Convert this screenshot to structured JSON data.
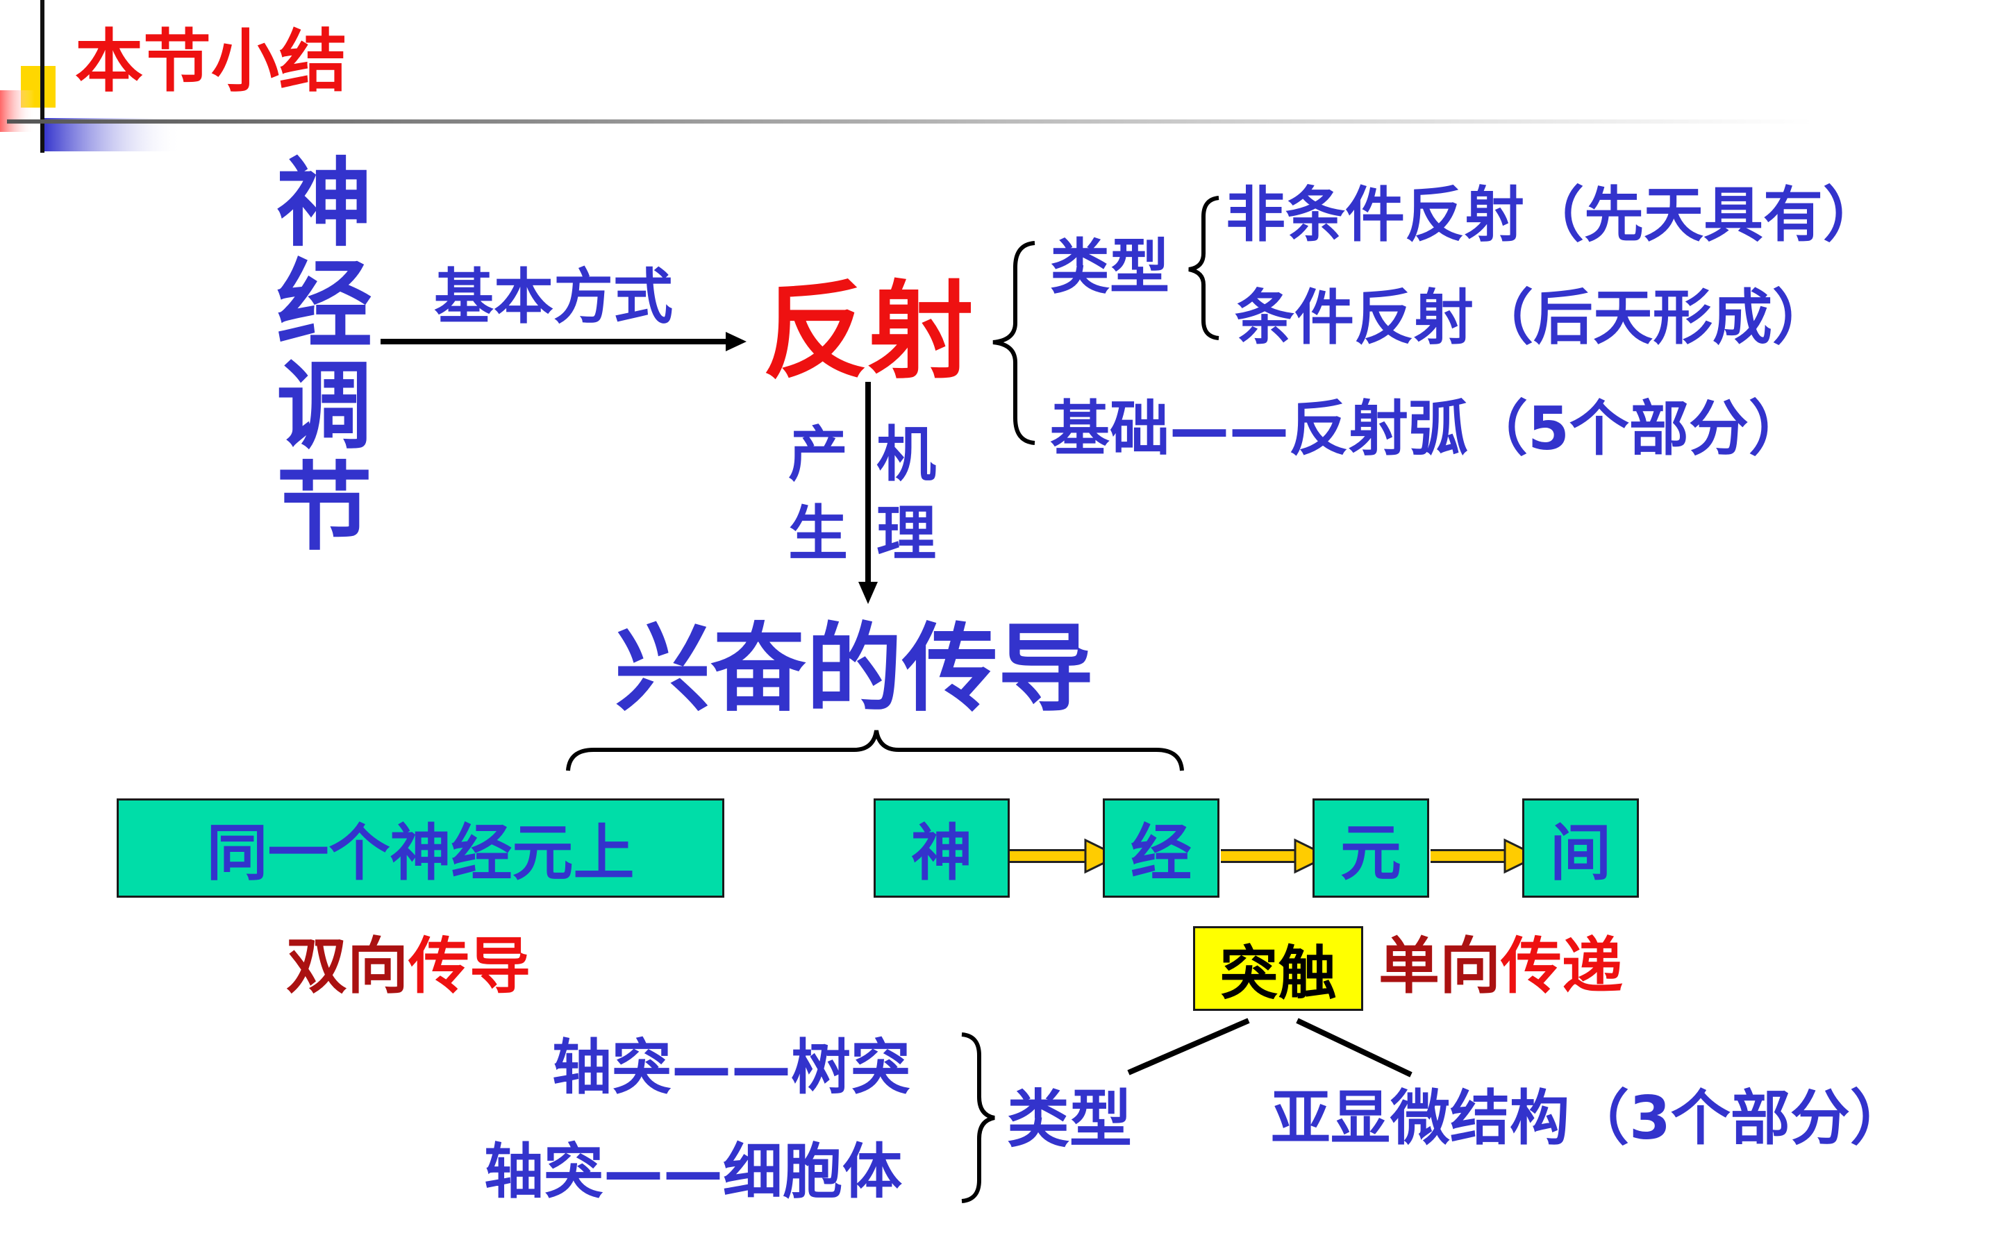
{
  "slide": {
    "title": "本节小结",
    "main_topic_chars": [
      "神",
      "经",
      "调",
      "节"
    ],
    "basic_way_label": "基本方式",
    "reflex": "反射",
    "produce_chars": [
      "产",
      "生"
    ],
    "mechanism_chars": [
      "机",
      "理"
    ],
    "types_label": "类型",
    "unconditioned": "非条件反射（先天具有）",
    "conditioned": "条件反射（后天形成）",
    "basis_label": "基础——反射弧（5个部分）",
    "excitation": "兴奋的传导",
    "same_neuron": "同一个神经元上",
    "between_neurons_chars": [
      "神",
      "经",
      "元",
      "间"
    ],
    "bidirectional_part1": "双向",
    "bidirectional_part2": "传导",
    "synapse": "突触",
    "unidirectional_part1": "单向",
    "unidirectional_part2": "传递",
    "synapse_type1": "轴突——树突",
    "synapse_type2": "轴突——细胞体",
    "synapse_types_label": "类型",
    "synapse_structure": "亚显微结构（3个部分）"
  },
  "colors": {
    "text_blue": "#3333cc",
    "title_red": "#ee1111",
    "dark_red": "#aa1111",
    "box_green": "#00dda8",
    "synapse_yellow": "#ffff00",
    "arrow_yellow": "#ffcc00"
  }
}
